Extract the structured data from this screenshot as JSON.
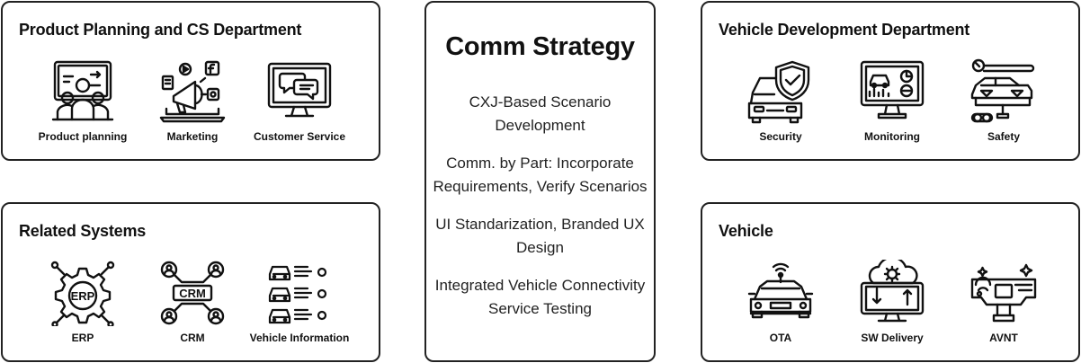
{
  "panels": {
    "product": {
      "title": "Product Planning and CS Department",
      "items": [
        {
          "label": "Product planning",
          "icon": "presentation-audience-icon"
        },
        {
          "label": "Marketing",
          "icon": "megaphone-laptop-icon"
        },
        {
          "label": "Customer Service",
          "icon": "monitor-chat-icon"
        }
      ]
    },
    "related": {
      "title": "Related Systems",
      "items": [
        {
          "label": "ERP",
          "icon": "erp-gear-icon"
        },
        {
          "label": "CRM",
          "icon": "crm-network-icon"
        },
        {
          "label": "Vehicle Information",
          "icon": "vehicle-list-icon"
        }
      ],
      "erp_text": "ERP",
      "crm_text": "CRM"
    },
    "vehicle_dev": {
      "title": "Vehicle Development Department",
      "items": [
        {
          "label": "Security",
          "icon": "car-shield-icon"
        },
        {
          "label": "Monitoring",
          "icon": "car-monitor-icon"
        },
        {
          "label": "Safety",
          "icon": "car-lift-wrench-icon"
        }
      ]
    },
    "vehicle": {
      "title": "Vehicle",
      "items": [
        {
          "label": "OTA",
          "icon": "car-signal-icon"
        },
        {
          "label": "SW Delivery",
          "icon": "monitor-download-gear-icon"
        },
        {
          "label": "AVNT",
          "icon": "car-dashboard-icon"
        }
      ]
    }
  },
  "center": {
    "title": "Comm Strategy",
    "items": [
      "CXJ-Based Scenario Development",
      "Comm. by Part: Incorporate Requirements, Verify Scenarios",
      "UI Standarization, Branded UX Design",
      "Integrated Vehicle Connectivity Service Testing"
    ]
  },
  "colors": {
    "border": "#222222",
    "text": "#111111",
    "background": "#ffffff"
  }
}
